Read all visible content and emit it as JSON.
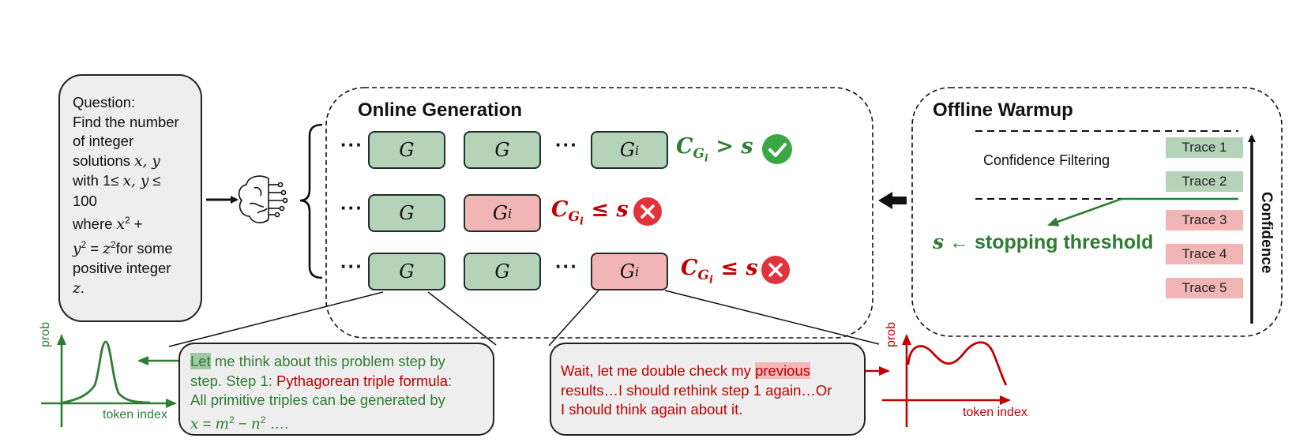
{
  "question": {
    "lines": [
      [
        {
          "t": "Question:"
        }
      ],
      [
        {
          "t": "Find the number"
        }
      ],
      [
        {
          "t": "of integer"
        }
      ],
      [
        {
          "t": "solutions "
        },
        {
          "t": "x, y",
          "m": true
        }
      ],
      [
        {
          "t": "with 1"
        },
        {
          "t": "≤ "
        },
        {
          "t": "x, y",
          "m": true
        },
        {
          "t": " ≤"
        }
      ],
      [
        {
          "t": "100"
        }
      ],
      [
        {
          "t": "where "
        },
        {
          "t": "x",
          "m": true
        },
        {
          "t": "2",
          "sup": true
        },
        {
          "t": " +"
        }
      ],
      [
        {
          "t": "y",
          "m": true
        },
        {
          "t": "2",
          "sup": true
        },
        {
          "t": " = "
        },
        {
          "t": "z",
          "m": true
        },
        {
          "t": "2",
          "sup": true
        },
        {
          "t": "for some"
        }
      ],
      [
        {
          "t": "positive integer"
        }
      ],
      [
        {
          "t": "z",
          "m": true
        },
        {
          "t": "."
        }
      ]
    ]
  },
  "online": {
    "title": "Online Generation",
    "ellipsis": "···",
    "rows": [
      {
        "cells": [
          {
            "label": "G",
            "color": "green"
          },
          {
            "label": "G",
            "color": "green"
          },
          {
            "label": "G",
            "sub": "i",
            "color": "green"
          }
        ],
        "condition": {
          "base": "C",
          "sub1": "G",
          "sub2": "i",
          "rel": " > ",
          "rhs": "s",
          "result": "pass"
        }
      },
      {
        "cells": [
          {
            "label": "G",
            "color": "green"
          },
          {
            "label": "G",
            "sub": "i",
            "color": "red"
          }
        ],
        "condition": {
          "base": "C",
          "sub1": "G",
          "sub2": "i",
          "rel": " ≤ ",
          "rhs": "s",
          "result": "fail"
        }
      },
      {
        "cells": [
          {
            "label": "G",
            "color": "green"
          },
          {
            "label": "G",
            "color": "green"
          },
          {
            "label": "G",
            "sub": "i",
            "color": "red"
          }
        ],
        "condition": {
          "base": "C",
          "sub1": "G",
          "sub2": "i",
          "rel": " ≤ ",
          "rhs": "s",
          "result": "fail"
        }
      }
    ]
  },
  "offline": {
    "title": "Offline Warmup",
    "filter_label": "Confidence Filtering",
    "traces": [
      {
        "label": "Trace 1",
        "kept": true
      },
      {
        "label": "Trace 2",
        "kept": true
      },
      {
        "label": "Trace 3",
        "kept": false
      },
      {
        "label": "Trace 4",
        "kept": false
      },
      {
        "label": "Trace 5",
        "kept": false
      }
    ],
    "threshold": {
      "sym": "s",
      "arrow": " ← ",
      "text": "stopping threshold"
    },
    "axis_label": "Confidence"
  },
  "bubbles": {
    "left": {
      "lines": [
        [
          {
            "t": "Let",
            "hl": true
          },
          {
            "t": " me think about this problem step by"
          }
        ],
        [
          {
            "t": "step. Step 1: "
          },
          {
            "t": "Pythagorean triple formula",
            "red": true
          },
          {
            "t": ":"
          }
        ],
        [
          {
            "t": "All primitive triples can be generated by"
          }
        ],
        [
          {
            "t": "x",
            "m": true
          },
          {
            "t": " = "
          },
          {
            "t": "m",
            "m": true
          },
          {
            "t": "2",
            "sup": true
          },
          {
            "t": " − "
          },
          {
            "t": "n",
            "m": true
          },
          {
            "t": "2",
            "sup": true
          },
          {
            "t": " …."
          }
        ]
      ]
    },
    "right": {
      "lines": [
        [
          {
            "t": "Wait, let me double check my "
          },
          {
            "t": "previous",
            "hl": true
          }
        ],
        [
          {
            "t": "results…I should rethink step 1 again…Or"
          }
        ],
        [
          {
            "t": "I should think again about it."
          }
        ]
      ]
    }
  },
  "plots": {
    "left": {
      "ylabel": "prob",
      "xlabel": "token index",
      "color": "#2e7d32"
    },
    "right": {
      "ylabel": "prob",
      "xlabel": "token index",
      "color": "#c00000"
    }
  },
  "colors": {
    "green": "#2e7d32",
    "red": "#c00000",
    "box_green": "#b4d3b9",
    "box_red": "#f2b5b6"
  },
  "icons": [
    "brain-circuit-icon",
    "check-circle-icon",
    "x-circle-icon"
  ]
}
